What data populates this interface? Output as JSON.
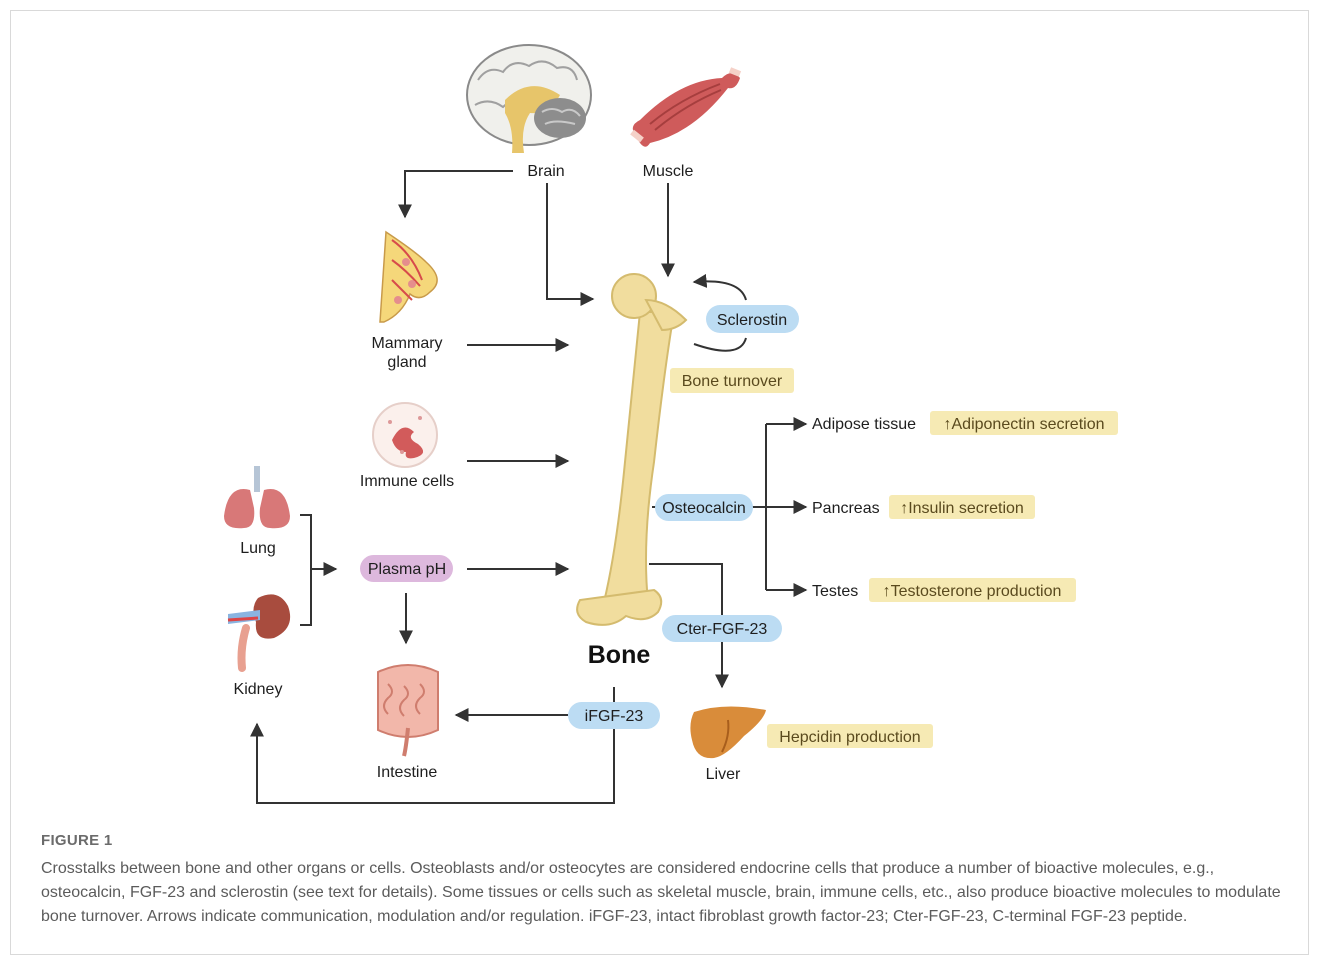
{
  "organs": {
    "brain": "Brain",
    "muscle": "Muscle",
    "mammary": [
      "Mammary",
      "gland"
    ],
    "immune": "Immune cells",
    "lung": "Lung",
    "kidney": "Kidney",
    "intestine": "Intestine",
    "liver": "Liver",
    "bone": "Bone",
    "adipose": "Adipose tissue",
    "pancreas": "Pancreas",
    "testes": "Testes"
  },
  "molecules": {
    "sclerostin": "Sclerostin",
    "osteocalcin": "Osteocalcin",
    "cter_fgf23": "Cter-FGF-23",
    "ifgf23": "iFGF-23",
    "plasma_ph": "Plasma pH"
  },
  "effects": {
    "bone_turnover": "Bone turnover",
    "adiponectin": "↑Adiponectin secretion",
    "insulin": "↑Insulin secretion",
    "testosterone": "↑Testosterone production",
    "hepcidin": "Hepcidin production"
  },
  "colors": {
    "molecule_pill": "#bcdcf3",
    "plasma_pill": "#ddb8dd",
    "effect_pill": "#f6eab4",
    "bone": "#f1dd9e",
    "arrow": "#333333"
  },
  "caption": {
    "figure_label": "FIGURE 1",
    "text": "Crosstalks between bone and other organs or cells. Osteoblasts and/or osteocytes are considered endocrine cells that produce a number of bioactive molecules, e.g., osteocalcin, FGF-23 and sclerostin (see text for details). Some tissues or cells such as skeletal muscle, brain, immune cells, etc., also produce bioactive molecules to modulate bone turnover. Arrows indicate communication, modulation and/or regulation. iFGF-23, intact fibroblast growth factor-23; Cter-FGF-23, C-terminal FGF-23 peptide."
  }
}
